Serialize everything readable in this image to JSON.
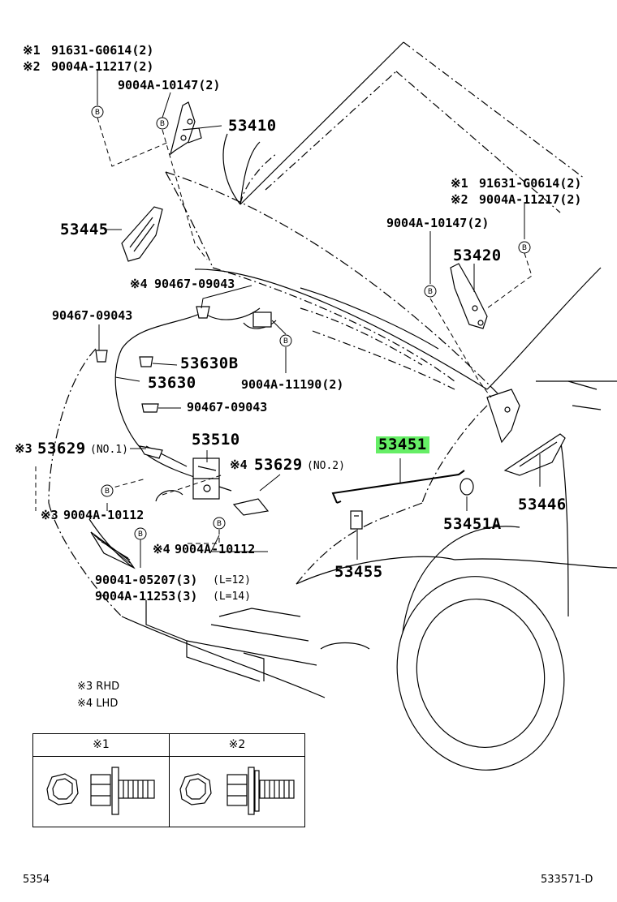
{
  "diagram": {
    "callouts": {
      "c53410": "53410",
      "c53445": "53445",
      "c53420": "53420",
      "c53630b": "53630B",
      "c53630": "53630",
      "c53510": "53510",
      "c53451": "53451",
      "c53451a": "53451A",
      "c53446": "53446",
      "c53455": "53455"
    },
    "left_hinge_bolts": {
      "mark1": "※1",
      "mark2": "※2",
      "line1": "91631-G0614(2)",
      "line2": "9004A-11217(2)",
      "bolt3": "9004A-10147(2)"
    },
    "right_hinge_bolts": {
      "mark1": "※1",
      "mark2": "※2",
      "line1": "91631-G0614(2)",
      "line2": "9004A-11217(2)",
      "bolt3": "9004A-10147(2)"
    },
    "clip_90467_top": {
      "mark": "※4",
      "part": "90467-09043"
    },
    "clip_90467_left": "90467-09043",
    "clip_90467_mid": "90467-09043",
    "bolt_11190": "9004A-11190(2)",
    "c53629_no1": {
      "mark": "※3",
      "part": "53629",
      "suffix": "(NO.1)"
    },
    "c53629_no2": {
      "mark": "※4",
      "part": "53629",
      "suffix": "(NO.2)"
    },
    "bolt_10112_left": {
      "mark": "※3",
      "part": "9004A-10112"
    },
    "bolt_10112_right": {
      "mark": "※4",
      "part": "9004A-10112"
    },
    "bolt_05207": {
      "part": "90041-05207(3)",
      "note": "(L=12)"
    },
    "bolt_11253": {
      "part": "9004A-11253(3)",
      "note": "(L=14)"
    },
    "circle_mark": "B"
  },
  "notes": {
    "rhd": "※3 RHD",
    "lhd": "※4 LHD"
  },
  "legend": {
    "col1": "※1",
    "col2": "※2"
  },
  "footer": {
    "left": "5354",
    "right": "533571-D"
  }
}
